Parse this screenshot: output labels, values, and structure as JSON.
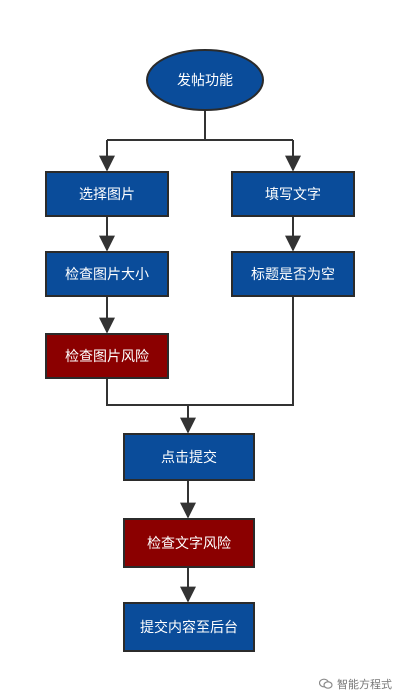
{
  "diagram": {
    "nodes": {
      "start": "发帖功能",
      "select_image": "选择图片",
      "fill_text": "填写文字",
      "check_image_size": "检查图片大小",
      "title_empty": "标题是否为空",
      "check_image_risk": "检查图片风险",
      "click_submit": "点击提交",
      "check_text_risk": "检查文字风险",
      "submit_backend": "提交内容至后台"
    },
    "colors": {
      "normal_fill": "#0a4c9a",
      "normal_stroke": "#2b2b2b",
      "risk_fill": "#8b0000",
      "start_fill": "#0a4c9a",
      "edge": "#333333"
    }
  },
  "watermark": {
    "text": "智能方程式",
    "icon": "wechat-icon"
  }
}
